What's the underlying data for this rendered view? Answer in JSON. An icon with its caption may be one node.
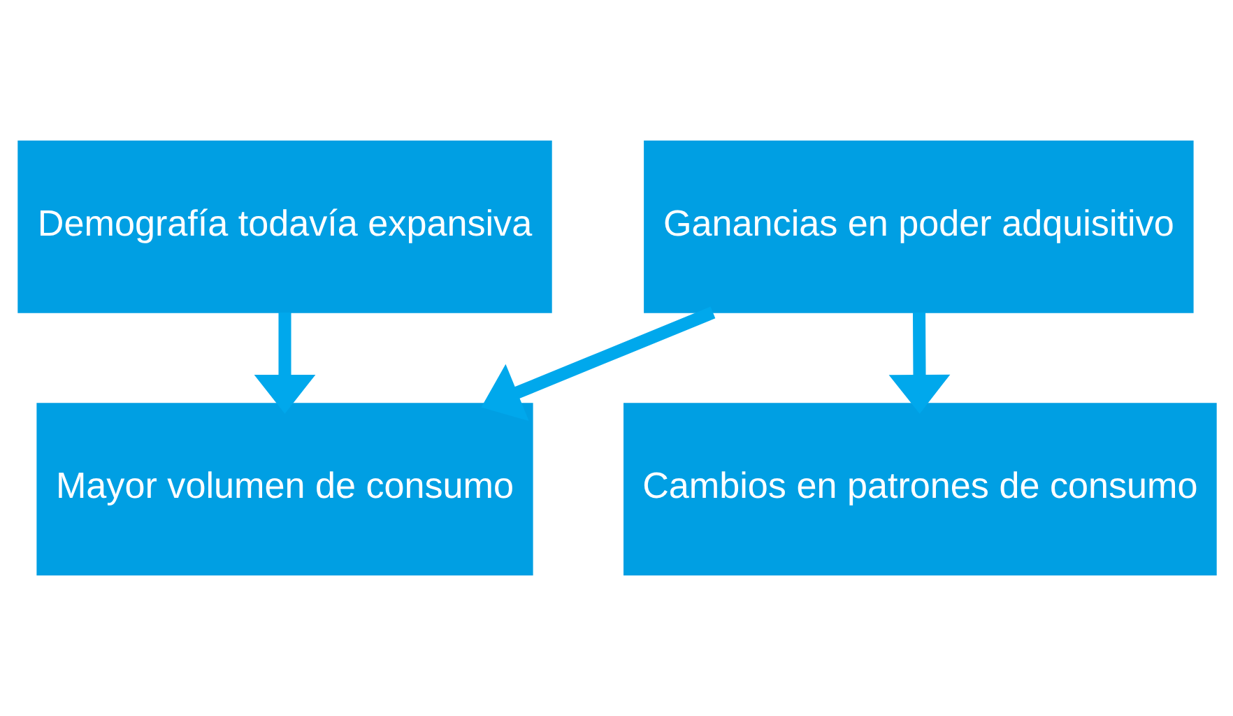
{
  "diagram": {
    "nodes": [
      {
        "text": [
          "Demografía todavía expansiva"
        ]
      },
      {
        "text": [
          "Ganancias en poder adquisitivo"
        ]
      },
      {
        "text": [
          "Mayor volumen de consumo"
        ]
      },
      {
        "text": [
          "Cambios en patrones de consumo"
        ]
      }
    ],
    "edges": [
      {
        "from": 0,
        "to": 2,
        "arrow": "to"
      },
      {
        "from": 1,
        "to": 3,
        "arrow": "to"
      },
      {
        "from": 1,
        "to": 2,
        "arrow": "to"
      }
    ]
  }
}
